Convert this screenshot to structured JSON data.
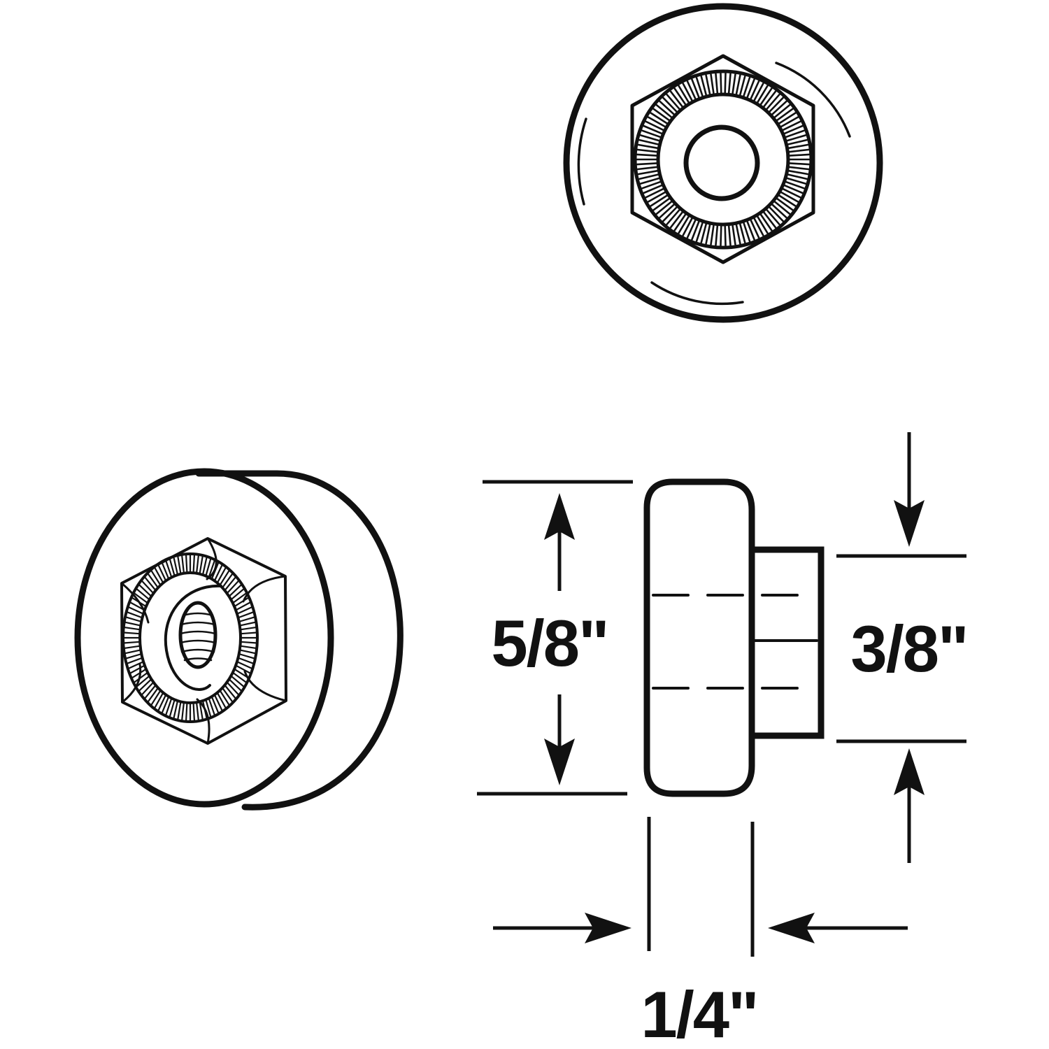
{
  "colors": {
    "ink": "#111111",
    "background": "#ffffff"
  },
  "dimensions": {
    "height_outer": "5/8\"",
    "height_hub": "3/8\"",
    "width": "1/4\""
  }
}
